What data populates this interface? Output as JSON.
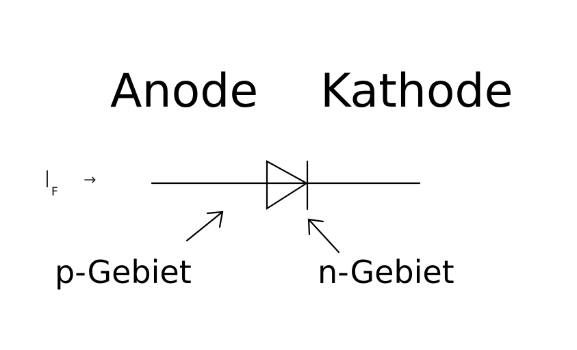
{
  "labels": {
    "anode": "Anode",
    "cathode": "Kathode",
    "p_region": "p-Gebiet",
    "n_region": "n-Gebiet",
    "current_symbol": "I",
    "current_subscript": "F",
    "current_arrow": "→"
  }
}
